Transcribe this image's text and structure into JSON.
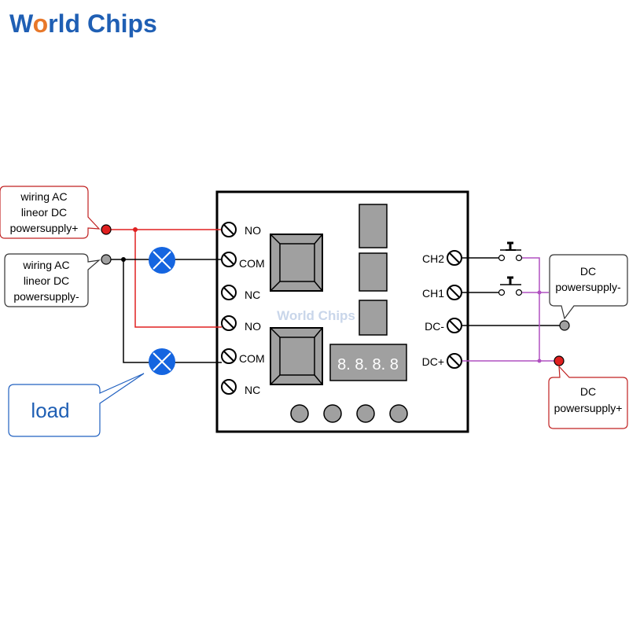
{
  "brand": {
    "logo_text": "World Chips",
    "watermark_text": "World Chips"
  },
  "callouts": {
    "ac_plus": [
      "wiring AC",
      "lineor DC",
      "powersupply+"
    ],
    "ac_minus": [
      "wiring AC",
      "lineor DC",
      "powersupply-"
    ],
    "load": "load",
    "dc_minus": [
      "DC",
      "powersupply-"
    ],
    "dc_plus": [
      "DC",
      "powersupply+"
    ]
  },
  "relay_terminals": {
    "relay1": [
      "NO",
      "COM",
      "NC"
    ],
    "relay2": [
      "NO",
      "COM",
      "NC"
    ]
  },
  "input_terminals": [
    "CH2",
    "CH1",
    "DC-",
    "DC+"
  ],
  "display": {
    "digits": "8. 8. 8. 8"
  },
  "colors": {
    "logo_blue": "#1f5fb4",
    "logo_orange": "#e8782a",
    "live_wire": "#e02020",
    "neutral_wire": "#000000",
    "dc_wire": "#b050c0",
    "lamp_blue": "#1565e0",
    "component_gray": "#a0a0a0",
    "callout_red_border": "#c02020",
    "callout_blue_border": "#2060c0",
    "load_text": "#1f5fb4"
  }
}
